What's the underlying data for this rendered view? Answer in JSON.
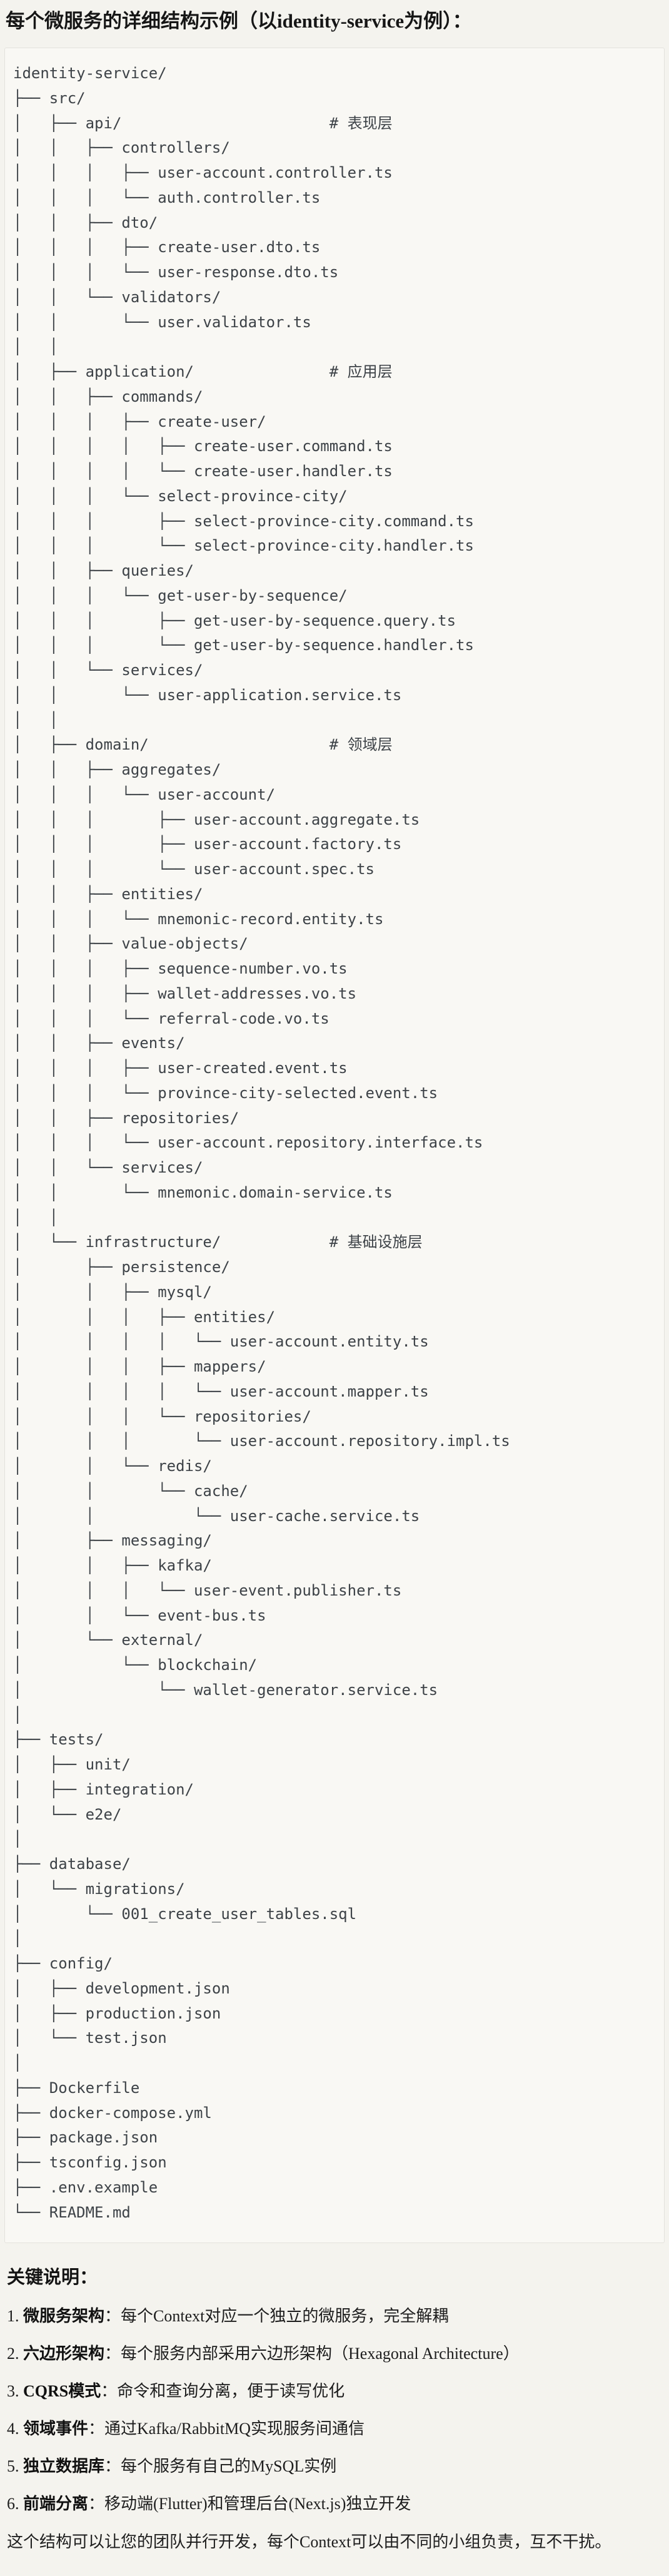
{
  "title": "每个微服务的详细结构示例（以identity-service为例）：",
  "tree": {
    "lines": [
      "identity-service/",
      "├── src/",
      "│   ├── api/                       # 表现层",
      "│   │   ├── controllers/",
      "│   │   │   ├── user-account.controller.ts",
      "│   │   │   └── auth.controller.ts",
      "│   │   ├── dto/",
      "│   │   │   ├── create-user.dto.ts",
      "│   │   │   └── user-response.dto.ts",
      "│   │   └── validators/",
      "│   │       └── user.validator.ts",
      "│   │",
      "│   ├── application/               # 应用层",
      "│   │   ├── commands/",
      "│   │   │   ├── create-user/",
      "│   │   │   │   ├── create-user.command.ts",
      "│   │   │   │   └── create-user.handler.ts",
      "│   │   │   └── select-province-city/",
      "│   │   │       ├── select-province-city.command.ts",
      "│   │   │       └── select-province-city.handler.ts",
      "│   │   ├── queries/",
      "│   │   │   └── get-user-by-sequence/",
      "│   │   │       ├── get-user-by-sequence.query.ts",
      "│   │   │       └── get-user-by-sequence.handler.ts",
      "│   │   └── services/",
      "│   │       └── user-application.service.ts",
      "│   │",
      "│   ├── domain/                    # 领域层",
      "│   │   ├── aggregates/",
      "│   │   │   └── user-account/",
      "│   │   │       ├── user-account.aggregate.ts",
      "│   │   │       ├── user-account.factory.ts",
      "│   │   │       └── user-account.spec.ts",
      "│   │   ├── entities/",
      "│   │   │   └── mnemonic-record.entity.ts",
      "│   │   ├── value-objects/",
      "│   │   │   ├── sequence-number.vo.ts",
      "│   │   │   ├── wallet-addresses.vo.ts",
      "│   │   │   └── referral-code.vo.ts",
      "│   │   ├── events/",
      "│   │   │   ├── user-created.event.ts",
      "│   │   │   └── province-city-selected.event.ts",
      "│   │   ├── repositories/",
      "│   │   │   └── user-account.repository.interface.ts",
      "│   │   └── services/",
      "│   │       └── mnemonic.domain-service.ts",
      "│   │",
      "│   └── infrastructure/            # 基础设施层",
      "│       ├── persistence/",
      "│       │   ├── mysql/",
      "│       │   │   ├── entities/",
      "│       │   │   │   └── user-account.entity.ts",
      "│       │   │   ├── mappers/",
      "│       │   │   │   └── user-account.mapper.ts",
      "│       │   │   └── repositories/",
      "│       │   │       └── user-account.repository.impl.ts",
      "│       │   └── redis/",
      "│       │       └── cache/",
      "│       │           └── user-cache.service.ts",
      "│       ├── messaging/",
      "│       │   ├── kafka/",
      "│       │   │   └── user-event.publisher.ts",
      "│       │   └── event-bus.ts",
      "│       └── external/",
      "│           └── blockchain/",
      "│               └── wallet-generator.service.ts",
      "│",
      "├── tests/",
      "│   ├── unit/",
      "│   ├── integration/",
      "│   └── e2e/",
      "│",
      "├── database/",
      "│   └── migrations/",
      "│       └── 001_create_user_tables.sql",
      "│",
      "├── config/",
      "│   ├── development.json",
      "│   ├── production.json",
      "│   └── test.json",
      "│",
      "├── Dockerfile",
      "├── docker-compose.yml",
      "├── package.json",
      "├── tsconfig.json",
      "├── .env.example",
      "└── README.md"
    ]
  },
  "notes": {
    "heading": "关键说明：",
    "items": [
      {
        "num": "1. ",
        "label": "微服务架构",
        "colon": "：",
        "text": "每个Context对应一个独立的微服务，完全解耦"
      },
      {
        "num": "2. ",
        "label": "六边形架构",
        "colon": "：",
        "text": "每个服务内部采用六边形架构（Hexagonal Architecture）"
      },
      {
        "num": "3. ",
        "label": "CQRS模式",
        "colon": "：",
        "text": "命令和查询分离，便于读写优化"
      },
      {
        "num": "4. ",
        "label": "领域事件",
        "colon": "：",
        "text": "通过Kafka/RabbitMQ实现服务间通信"
      },
      {
        "num": "5. ",
        "label": "独立数据库",
        "colon": "：",
        "text": "每个服务有自己的MySQL实例"
      },
      {
        "num": "6. ",
        "label": "前端分离",
        "colon": "：",
        "text": "移动端(Flutter)和管理后台(Next.js)独立开发"
      }
    ],
    "footer": "这个结构可以让您的团队并行开发，每个Context可以由不同的小组负责，互不干扰。"
  },
  "colors": {
    "page_bg": "#f4f3ee",
    "code_block_bg": "#f9f8f4",
    "code_block_border": "#e3e2dd",
    "tree_text": "#3d4247",
    "heading_text": "#161616"
  }
}
